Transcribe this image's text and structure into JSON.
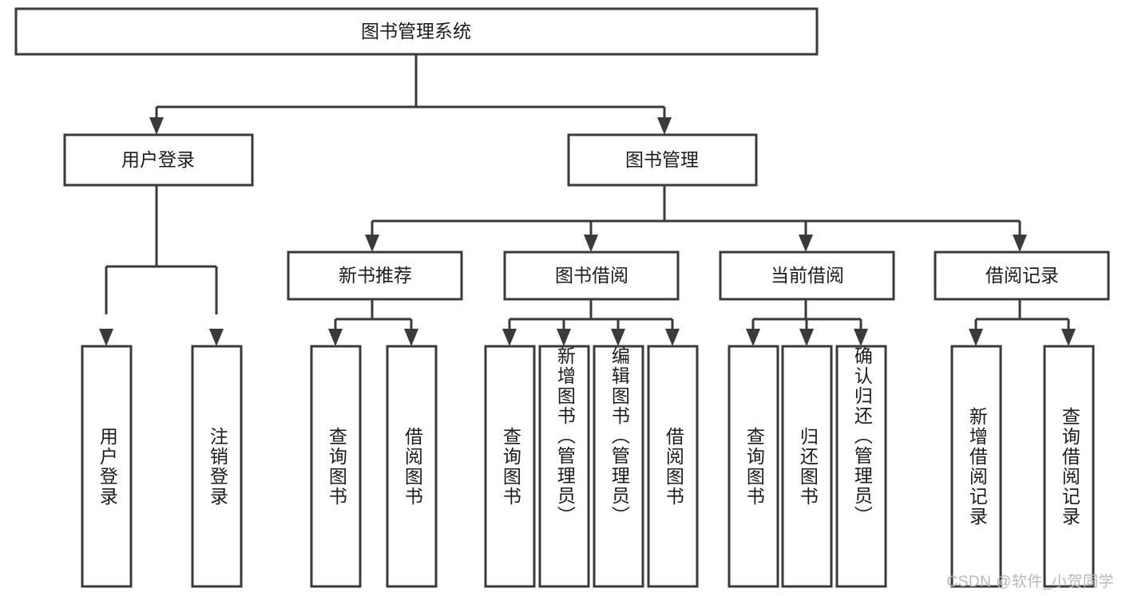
{
  "diagram": {
    "type": "tree-hierarchy",
    "title": "图书管理系统",
    "watermark": "CSDN @软件_小贺同学",
    "colors": {
      "box_stroke": "#3a3a3a",
      "box_fill": "#ffffff",
      "text": "#1b1b1b",
      "connector": "#3a3a3a",
      "watermark": "#b8b8b8",
      "background": "#ffffff"
    },
    "root": {
      "label": "图书管理系统",
      "orientation": "horizontal"
    },
    "level2": [
      {
        "id": "user-login",
        "label": "用户登录",
        "orientation": "horizontal"
      },
      {
        "id": "book-manage",
        "label": "图书管理",
        "orientation": "horizontal"
      }
    ],
    "level3": [
      {
        "id": "new-book-recommend",
        "label": "新书推荐",
        "orientation": "horizontal",
        "parent": "book-manage"
      },
      {
        "id": "book-borrow",
        "label": "图书借阅",
        "orientation": "horizontal",
        "parent": "book-manage"
      },
      {
        "id": "current-borrow",
        "label": "当前借阅",
        "orientation": "horizontal",
        "parent": "book-manage"
      },
      {
        "id": "borrow-record",
        "label": "借阅记录",
        "orientation": "horizontal",
        "parent": "book-manage"
      }
    ],
    "leaves": [
      {
        "id": "leaf-user-login",
        "label": "用户登录",
        "parent": "user-login",
        "orientation": "vertical"
      },
      {
        "id": "leaf-logout-login",
        "label": "注销登录",
        "parent": "user-login",
        "orientation": "vertical"
      },
      {
        "id": "leaf-query-book-1",
        "label": "查询图书",
        "parent": "new-book-recommend",
        "orientation": "vertical"
      },
      {
        "id": "leaf-borrow-book-1",
        "label": "借阅图书",
        "parent": "new-book-recommend",
        "orientation": "vertical"
      },
      {
        "id": "leaf-query-book-2",
        "label": "查询图书",
        "parent": "book-borrow",
        "orientation": "vertical"
      },
      {
        "id": "leaf-add-book",
        "label": "新增图书（管理员）",
        "parent": "book-borrow",
        "orientation": "vertical"
      },
      {
        "id": "leaf-edit-book",
        "label": "编辑图书（管理员）",
        "parent": "book-borrow",
        "orientation": "vertical"
      },
      {
        "id": "leaf-borrow-book-2",
        "label": "借阅图书",
        "parent": "book-borrow",
        "orientation": "vertical"
      },
      {
        "id": "leaf-query-book-3",
        "label": "查询图书",
        "parent": "current-borrow",
        "orientation": "vertical"
      },
      {
        "id": "leaf-return-book",
        "label": "归还图书",
        "parent": "current-borrow",
        "orientation": "vertical"
      },
      {
        "id": "leaf-confirm-return",
        "label": "确认归还（管理员）",
        "parent": "current-borrow",
        "orientation": "vertical"
      },
      {
        "id": "leaf-add-record",
        "label": "新增借阅记录",
        "parent": "borrow-record",
        "orientation": "vertical"
      },
      {
        "id": "leaf-query-record",
        "label": "查询借阅记录",
        "parent": "borrow-record",
        "orientation": "vertical"
      }
    ]
  }
}
